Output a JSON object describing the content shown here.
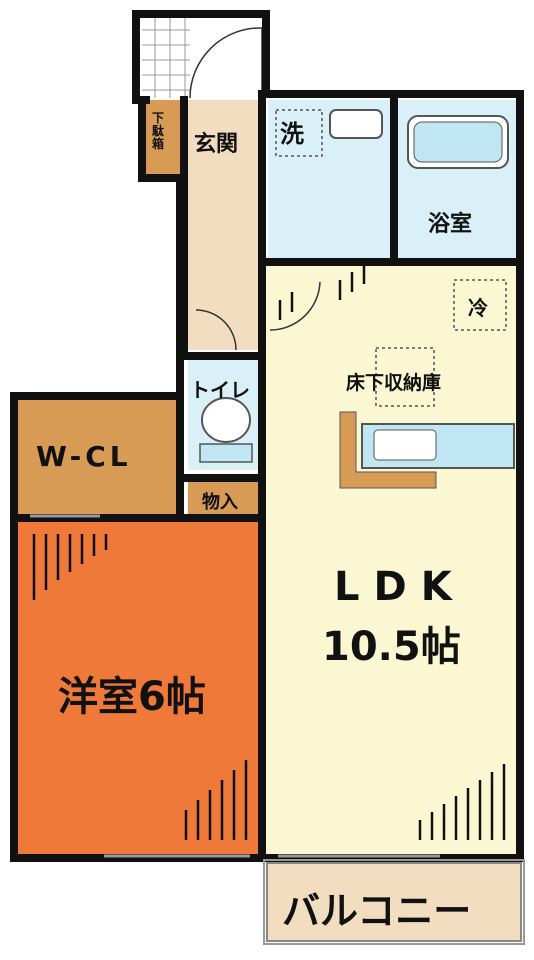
{
  "rooms": {
    "genkan": "玄関",
    "getabako": "下駄箱",
    "sentaku": "洗",
    "yokushitsu": "浴室",
    "rei": "冷",
    "yukashita": "床下収納庫",
    "toilet": "トイレ",
    "wcl": "W-CL",
    "monoire": "物入",
    "ldk_name": "LDK",
    "ldk_size": "10.5帖",
    "yoshitsu": "洋室6帖",
    "balcony": "バルコニー"
  },
  "colors": {
    "wall": "#111111",
    "entrance": "#f2ddc0",
    "wet": "#d9f0f8",
    "ldk": "#fbf7d3",
    "closet": "#d79b56",
    "bedroom": "#ef7938",
    "balcony": "#f2ddc0"
  }
}
